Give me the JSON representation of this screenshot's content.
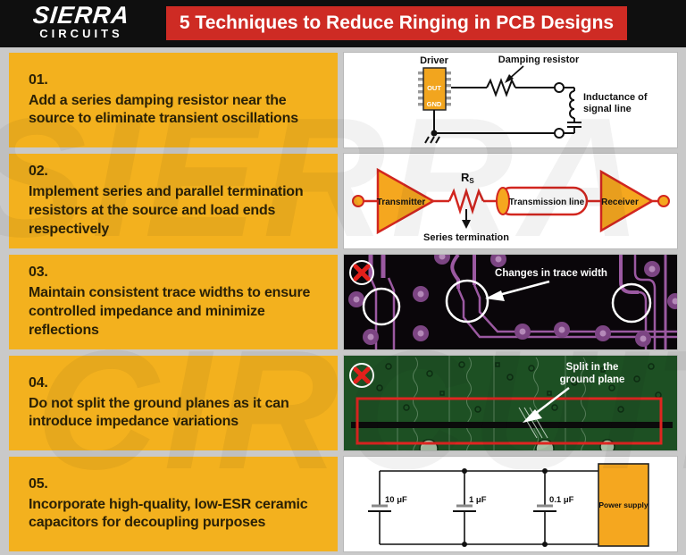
{
  "header": {
    "logo": {
      "line1": "SIERRA",
      "line2": "CIRCUITS"
    },
    "title": "5 Techniques to Reduce Ringing in PCB Designs"
  },
  "watermark": {
    "line1": "SIERRA",
    "line2": "CIRCUITS"
  },
  "techniques": [
    {
      "number": "01.",
      "text": "Add a series damping resistor near the source to eliminate transient oscillations",
      "diagram": {
        "driver": "Driver",
        "out": "OUT",
        "gnd": "GND",
        "damping_resistor": "Damping resistor",
        "inductance_line1": "Inductance of",
        "inductance_line2": "signal line"
      }
    },
    {
      "number": "02.",
      "text": "Implement series and parallel termination resistors at the source and load ends respectively",
      "diagram": {
        "transmitter": "Transmitter",
        "rs_main": "R",
        "rs_sub": "S",
        "series_termination": "Series termination",
        "transmission_line": "Transmission line",
        "receiver": "Receiver"
      }
    },
    {
      "number": "03.",
      "text": "Maintain consistent trace widths to ensure controlled impedance and minimize reflections",
      "diagram": {
        "callout": "Changes in trace width"
      }
    },
    {
      "number": "04.",
      "text": "Do not split the ground planes as it can introduce impedance variations",
      "diagram": {
        "callout_line1": "Split in the",
        "callout_line2": "ground plane"
      }
    },
    {
      "number": "05.",
      "text": "Incorporate high-quality, low-ESR ceramic capacitors for decoupling purposes",
      "diagram": {
        "cap1": "10 μF",
        "cap2": "1 μF",
        "cap3": "0.1 μF",
        "power_supply": "Power supply"
      }
    }
  ],
  "colors": {
    "accent_yellow": "#F3B11E",
    "banner_red": "#CE2B24",
    "header_black": "#0F0F0F",
    "circuit_orange": "#F5A71F",
    "circuit_red": "#D2261F",
    "pcb_trace_purple": "#9B59A1",
    "pcb_background_black": "#0A060A",
    "ground_plane_green": "#1D5023",
    "highlight_white": "#FFFFFF",
    "error_red": "#E2201B"
  }
}
